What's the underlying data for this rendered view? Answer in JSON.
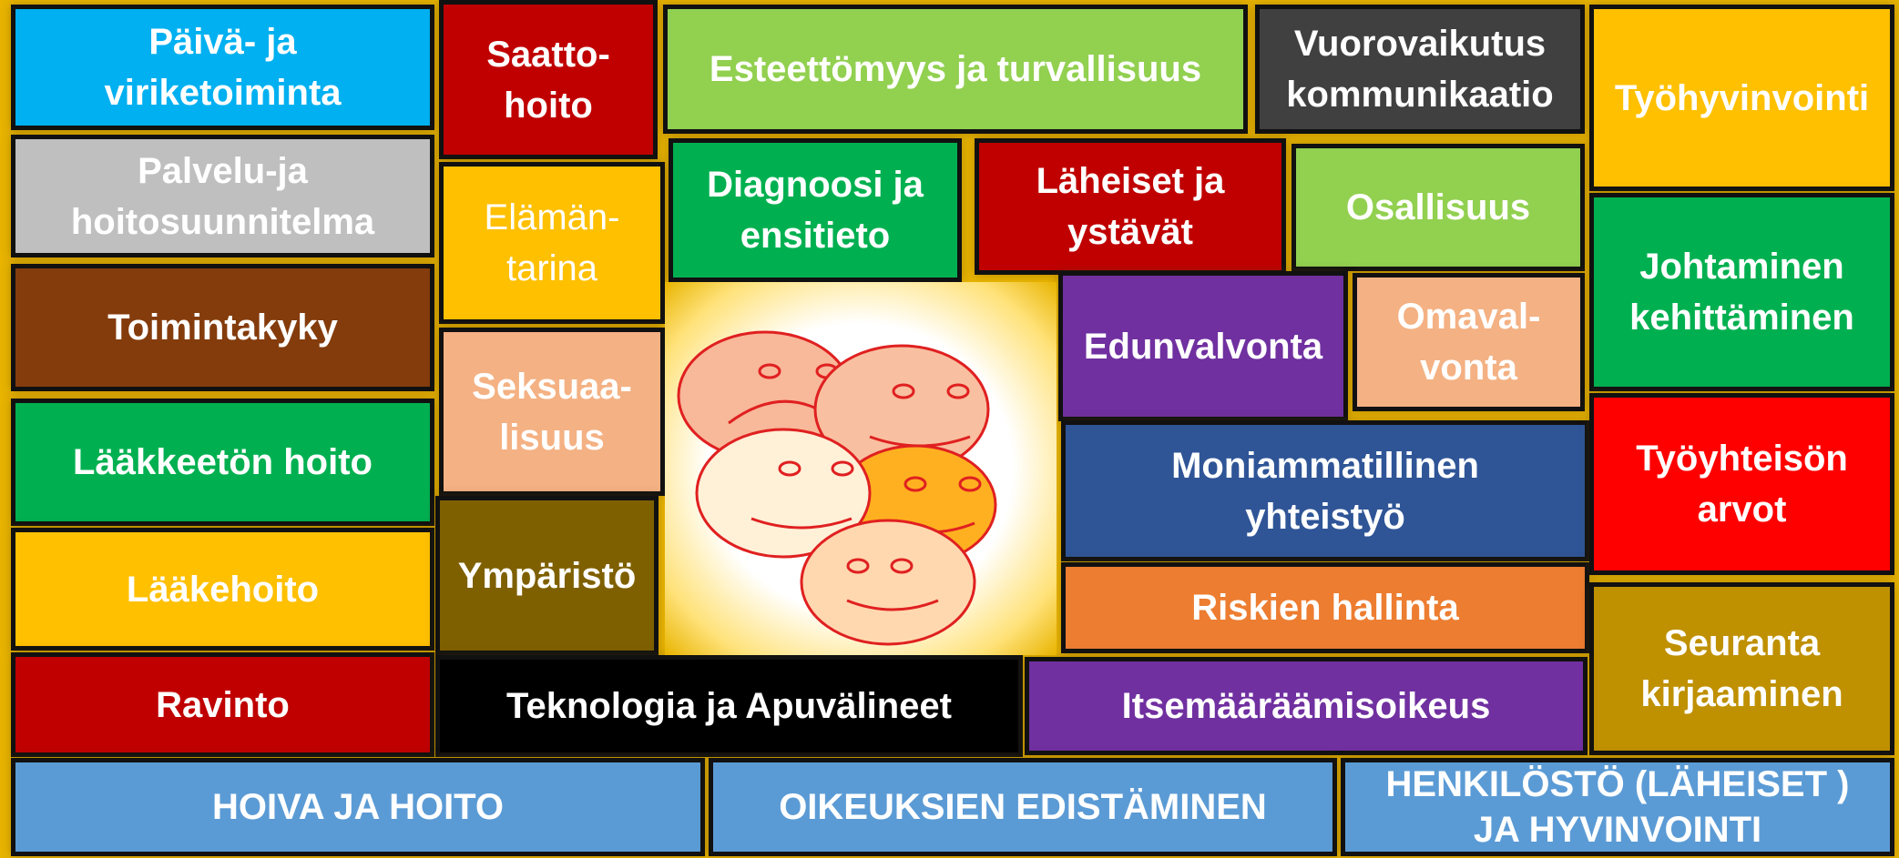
{
  "diagram": {
    "tiles": {
      "paiva": {
        "label": "Päivä- ja\nviriketoiminta",
        "color": "#00b0f0"
      },
      "saatto": {
        "label": "Saatto-\nhoito",
        "color": "#c00000"
      },
      "esteettomyys": {
        "label": "Esteettömyys ja turvallisuus",
        "color": "#92d050"
      },
      "vuorovaikutus": {
        "label": "Vuorovaikutus\nkommunikaatio",
        "color": "#404040"
      },
      "tyohyvinvointi": {
        "label": "Työhyvinvointi",
        "color": "#ffc000"
      },
      "palvelu": {
        "label": "Palvelu-ja\nhoitosuunnitelma",
        "color": "#bfbfbf"
      },
      "elaman": {
        "label": "Elämän-\ntarina",
        "color": "#ffc000"
      },
      "diagnoosi": {
        "label": "Diagnoosi ja\nensitieto",
        "color": "#00b050"
      },
      "laheiset": {
        "label": "Läheiset ja\nystävät",
        "color": "#c00000"
      },
      "osallisuus": {
        "label": "Osallisuus",
        "color": "#92d050"
      },
      "johtaminen": {
        "label": "Johtaminen\nkehittäminen",
        "color": "#00b050"
      },
      "toimintakyky": {
        "label": "Toimintakyky",
        "color": "#843c0c"
      },
      "edunvalvonta": {
        "label": "Edunvalvonta",
        "color": "#7030a0"
      },
      "omavalvonta": {
        "label": "Omaval-\nvonta",
        "color": "#f4b183"
      },
      "seksuaalisuus": {
        "label": "Seksuaa-\nlisuus",
        "color": "#f4b183"
      },
      "laakkeeton": {
        "label": "Lääkkeetön hoito",
        "color": "#00b050"
      },
      "moniammatillinen": {
        "label": "Moniammatillinen\nyhteistyö",
        "color": "#2f5597"
      },
      "tyoyhteison": {
        "label": "Työyhteisön\narvot",
        "color": "#ff0000"
      },
      "ymparisto": {
        "label": "Ympäristö",
        "color": "#7f6000"
      },
      "laakehoito": {
        "label": "Lääkehoito",
        "color": "#ffc000"
      },
      "riskien": {
        "label": "Riskien hallinta",
        "color": "#ed7d31"
      },
      "seuranta": {
        "label": "Seuranta\nkirjaaminen",
        "color": "#bf9000"
      },
      "ravinto": {
        "label": "Ravinto",
        "color": "#c00000"
      },
      "teknologia": {
        "label": "Teknologia ja Apuvälineet",
        "color": "#000000"
      },
      "itsemaaraamis": {
        "label": "Itsemääräämisoikeus",
        "color": "#7030a0"
      },
      "hoiva": {
        "label": "HOIVA  JA HOITO",
        "color": "#5b9bd5"
      },
      "oikeuksien": {
        "label": "OIKEUKSIEN EDISTÄMINEN",
        "color": "#5b9bd5"
      },
      "henkilosto": {
        "label": "HENKILÖSTÖ (LÄHEISET )\nJA HYVINVOINTI",
        "color": "#5b9bd5"
      }
    },
    "faces": [
      {
        "mood": "sad",
        "fill": "#f8b89a"
      },
      {
        "mood": "happy",
        "fill": "#f8c0a0"
      },
      {
        "mood": "happy",
        "fill": "#fff0d8"
      },
      {
        "mood": "happy",
        "fill": "#ffb020"
      },
      {
        "mood": "happy",
        "fill": "#ffd8b0"
      }
    ],
    "face_stroke": "#e02020",
    "background": "#e8b400"
  }
}
